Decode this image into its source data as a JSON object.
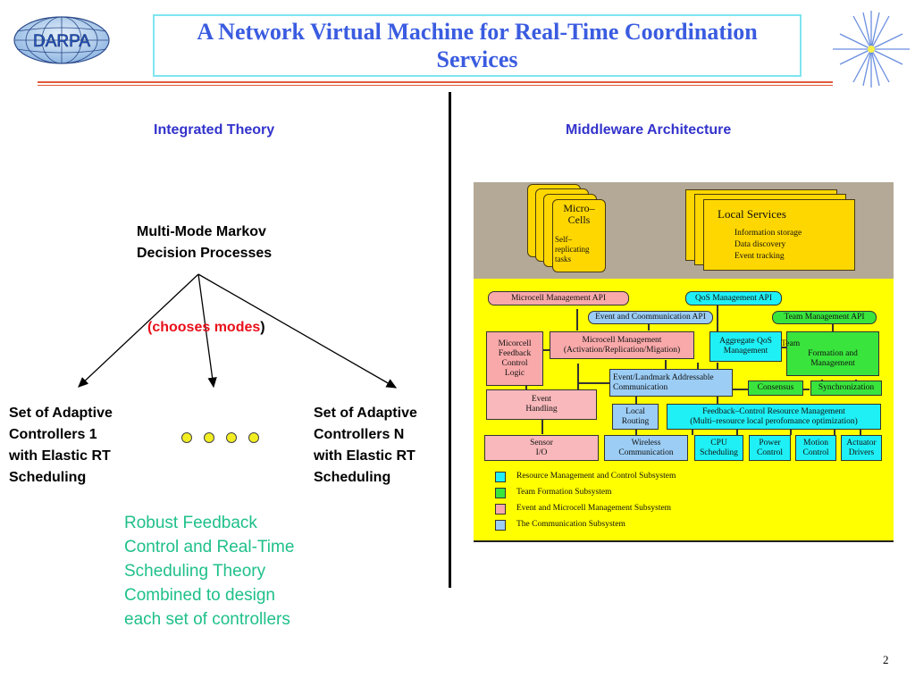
{
  "header": {
    "logo_text": "DARPA",
    "title": "A Network Virtual Machine for Real-Time Coordination Services"
  },
  "left": {
    "section_title": "Integrated Theory",
    "root_node": [
      "Multi-Mode Markov",
      "Decision Processes"
    ],
    "edge_label": "(chooses modes",
    "edge_label_close": ")",
    "node_first": [
      "Set of Adaptive",
      "Controllers 1",
      "with Elastic RT",
      "Scheduling"
    ],
    "node_last": [
      "Set of Adaptive",
      "Controllers N",
      "with Elastic RT",
      "Scheduling"
    ],
    "ellipsis_dots": 4,
    "note": [
      "Robust Feedback",
      "Control and Real-Time",
      "Scheduling Theory",
      "Combined to design",
      "each set of controllers"
    ]
  },
  "right": {
    "section_title": "Middleware Architecture",
    "microcells": {
      "title": [
        "Micro–",
        "Cells"
      ],
      "desc": [
        "Self–",
        "replicating",
        "tasks"
      ]
    },
    "local_services": {
      "title": "Local Services",
      "items": [
        "Information storage",
        "Data discovery",
        "Event tracking"
      ]
    },
    "apis": {
      "microcell": "Microcell Management API",
      "qos": "QoS Management API",
      "event_comm": "Event and Coommunication API",
      "team": "Team Management API"
    },
    "boxes": {
      "feedback_logic": [
        "Micorcell",
        "Feedback",
        "Control",
        "Logic"
      ],
      "microcell_mgmt": [
        "Microcell Management",
        "(Activation/Replication/Migation)"
      ],
      "aggregate_qos": [
        "Aggregate QoS",
        "Management"
      ],
      "team_formation": [
        "Team",
        "Formation and",
        "Management"
      ],
      "event_landmark": [
        "Event/Landmark Addressable",
        "Communication"
      ],
      "consensus": "Consensus",
      "synchronization": "Synchronization",
      "event_handling": [
        "Event",
        "Handling"
      ],
      "local_routing": [
        "Local",
        "Routing"
      ],
      "feedback_resource": [
        "Feedback–Control Resource Management",
        "(Multi–resource local perofomance optimization)"
      ],
      "sensor_io": [
        "Sensor",
        "I/O"
      ],
      "wireless": [
        "Wireless",
        "Communication"
      ],
      "cpu": [
        "CPU",
        "Scheduling"
      ],
      "power": [
        "Power",
        "Control"
      ],
      "motion": [
        "Motion",
        "Control"
      ],
      "actuator": [
        "Actuator",
        "Drivers"
      ]
    },
    "legend": [
      {
        "label": "Resource Management and Control Subsystem",
        "color": "#1ff0f5"
      },
      {
        "label": "Team Formation Subsystem",
        "color": "#39e43c"
      },
      {
        "label": "Event and Microcell Management Subsystem",
        "color": "#f9a9aa"
      },
      {
        "label": "The Communication Subsystem",
        "color": "#9ccdf5"
      }
    ]
  },
  "footer": {
    "page_number": "2"
  }
}
